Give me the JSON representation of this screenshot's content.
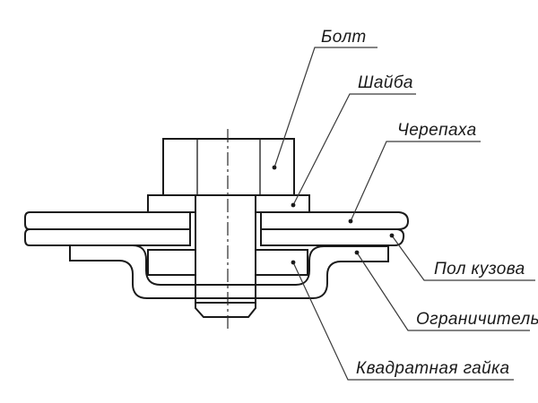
{
  "drawing": {
    "type": "technical-section-drawing",
    "background_color": "#ffffff",
    "line_color": "#1a1a1a",
    "callouts": {
      "bolt": "Болт",
      "washer": "Шайба",
      "turtle": "Черепаха",
      "body_floor": "Пол кузова",
      "limiter": "Ограничитель",
      "square_nut": "Квадратная гайка"
    }
  }
}
